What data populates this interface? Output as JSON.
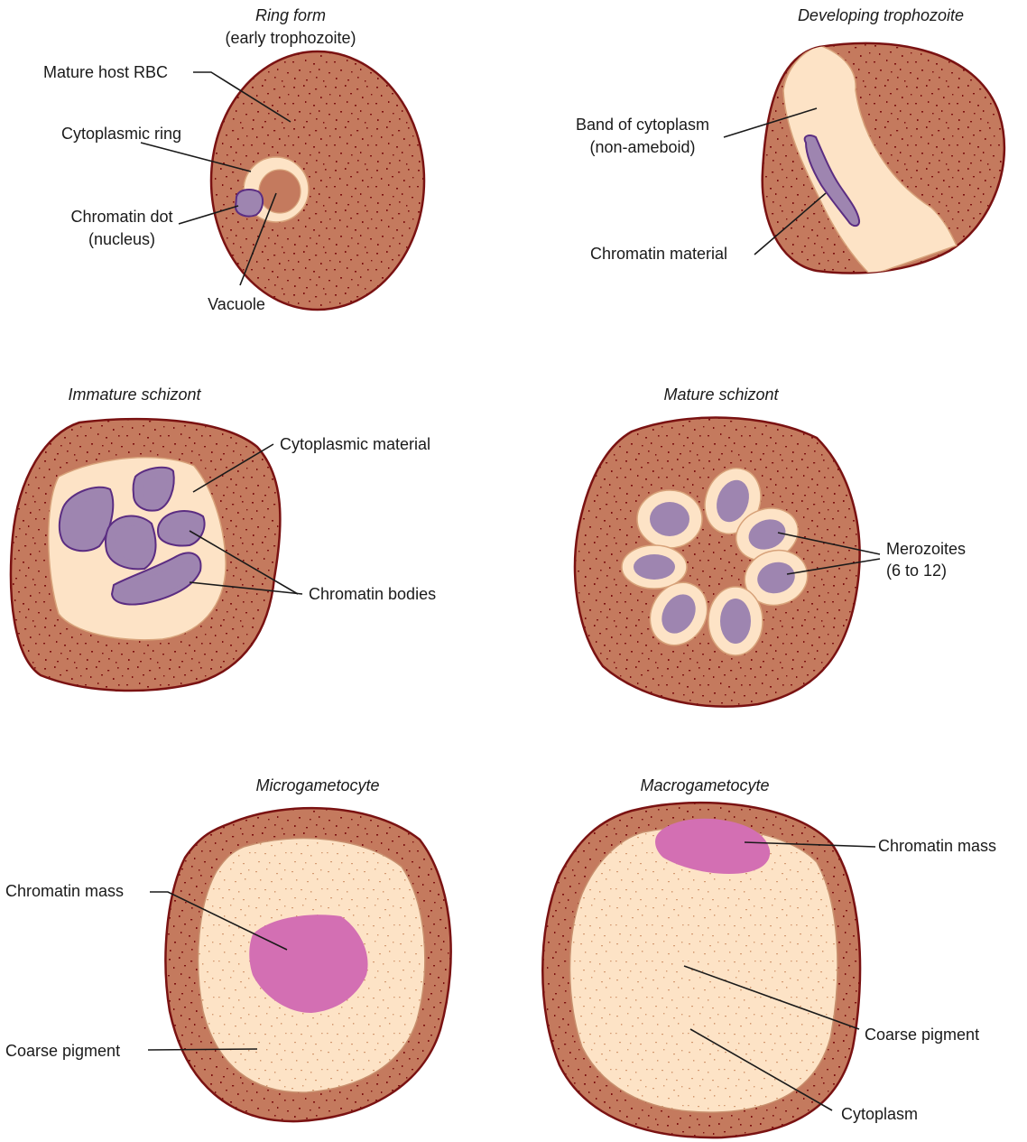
{
  "panels": {
    "ring": {
      "title": "Ring form",
      "subtitle": "(early trophozoite)",
      "labels": {
        "host": "Mature host RBC",
        "ring": "Cytoplasmic ring",
        "dot1": "Chromatin dot",
        "dot2": "(nucleus)",
        "vacuole": "Vacuole"
      }
    },
    "troph": {
      "title": "Developing trophozoite",
      "labels": {
        "band1": "Band of cytoplasm",
        "band2": "(non-ameboid)",
        "chromatin": "Chromatin material"
      }
    },
    "immature": {
      "title": "Immature schizont",
      "labels": {
        "cyto": "Cytoplasmic material",
        "bodies": "Chromatin bodies"
      }
    },
    "mature": {
      "title": "Mature schizont",
      "labels": {
        "mero1": "Merozoites",
        "mero2": "(6 to 12)"
      }
    },
    "micro": {
      "title": "Microgametocyte",
      "labels": {
        "chromatin": "Chromatin mass",
        "pigment": "Coarse pigment"
      }
    },
    "macro": {
      "title": "Macrogametocyte",
      "labels": {
        "chromatin": "Chromatin mass",
        "pigment": "Coarse pigment",
        "cyto": "Cytoplasm"
      }
    }
  },
  "colors": {
    "rbc_fill": "#c47a5e",
    "rbc_outline": "#7a1212",
    "stipple": "#7d1010",
    "cytoplasm": "#fde3c6",
    "chromatin_purple": "#9e85b0",
    "chromatin_outline": "#5b2d82",
    "chromatin_pink": "#d36fb3"
  }
}
